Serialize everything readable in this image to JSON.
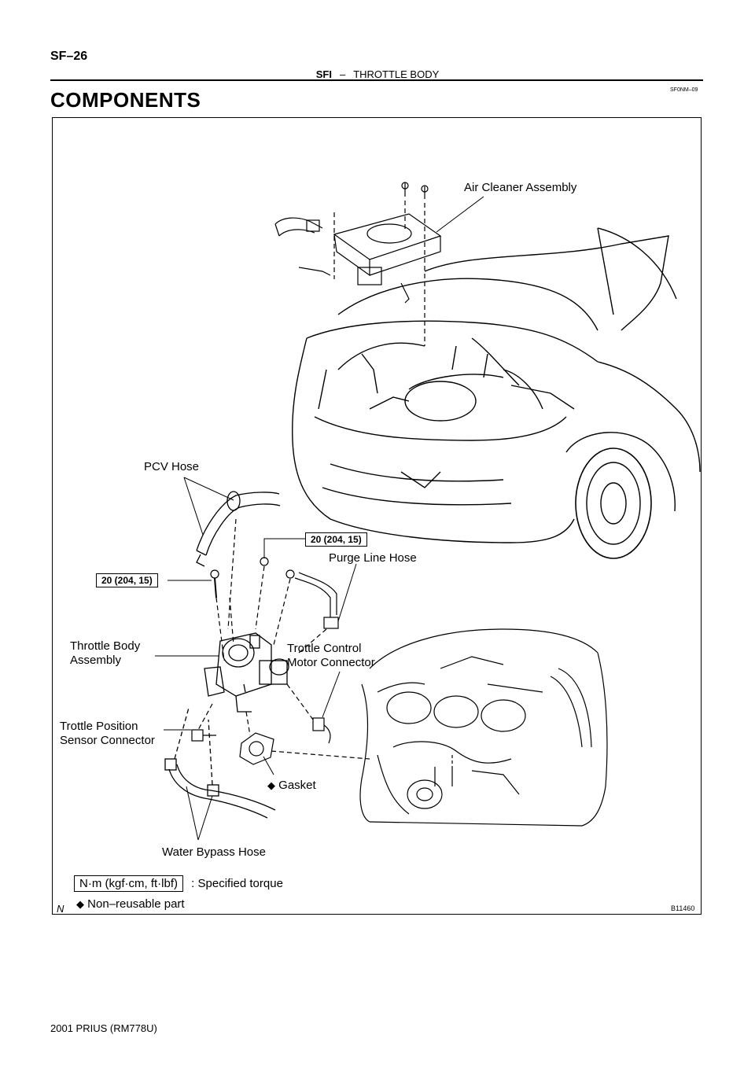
{
  "header": {
    "page_number": "SF–26",
    "section": "SFI",
    "separator": "–",
    "topic": "THROTTLE BODY",
    "doc_code": "SF0NM–09"
  },
  "heading": "COMPONENTS",
  "figure": {
    "labels": {
      "air_cleaner": "Air Cleaner Assembly",
      "pcv_hose": "PCV Hose",
      "purge_line_hose": "Purge Line Hose",
      "throttle_body_line1": "Throttle Body",
      "throttle_body_line2": "Assembly",
      "control_motor_line1": "Trottle Control",
      "control_motor_line2": "Motor Connector",
      "position_sensor_line1": "Trottle Position",
      "position_sensor_line2": "Sensor Connector",
      "gasket": "Gasket",
      "water_bypass_hose": "Water Bypass Hose"
    },
    "torque_specs": {
      "upper": "20 (204, 15)",
      "left": "20 (204, 15)"
    },
    "legend": {
      "torque_unit": "N·m (kgf·cm, ft·lbf)",
      "torque_desc": ": Specified torque",
      "nonreusable_desc": "Non–reusable part"
    },
    "figure_id": "B11460",
    "orientation_mark": "N",
    "nonreusable_symbol": "◆"
  },
  "footer": {
    "model": "2001 PRIUS   (RM778U)"
  }
}
